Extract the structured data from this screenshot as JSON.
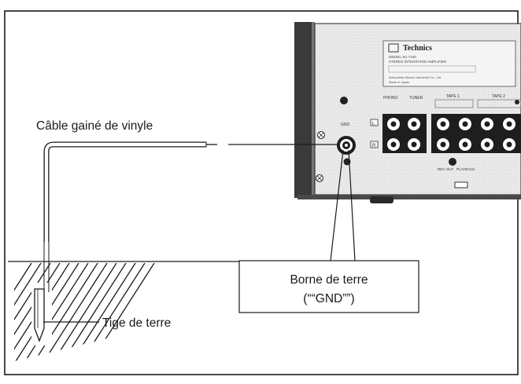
{
  "labels": {
    "cable": "Câble gainé de vinyle",
    "terminal_line1": "Borne de terre",
    "terminal_line2": "(““GND””)",
    "rod": "Tige de terre"
  },
  "amplifier": {
    "brand": "Technics",
    "model_line": "MODEL  SU-7100",
    "description": "STEREO INTEGRATED AMPLIFIER",
    "maker": "Matsushita Electric Industrial Co., Ltd.",
    "origin": "Made in Japan",
    "gnd_label": "GND",
    "phono_label": "PHONO",
    "tuner_label": "TUNER",
    "tape1_label": "TAPE 1",
    "tape2_label": "TAPE 2",
    "rec_out_label": "REC OUT",
    "playback_label": "PLAYBACK",
    "channel_l": "L",
    "channel_r": "R"
  },
  "colors": {
    "ink": "#1a1a1a",
    "panel": "#e9e9e9",
    "chassis": "#3a3a3a",
    "page": "#ffffff"
  }
}
